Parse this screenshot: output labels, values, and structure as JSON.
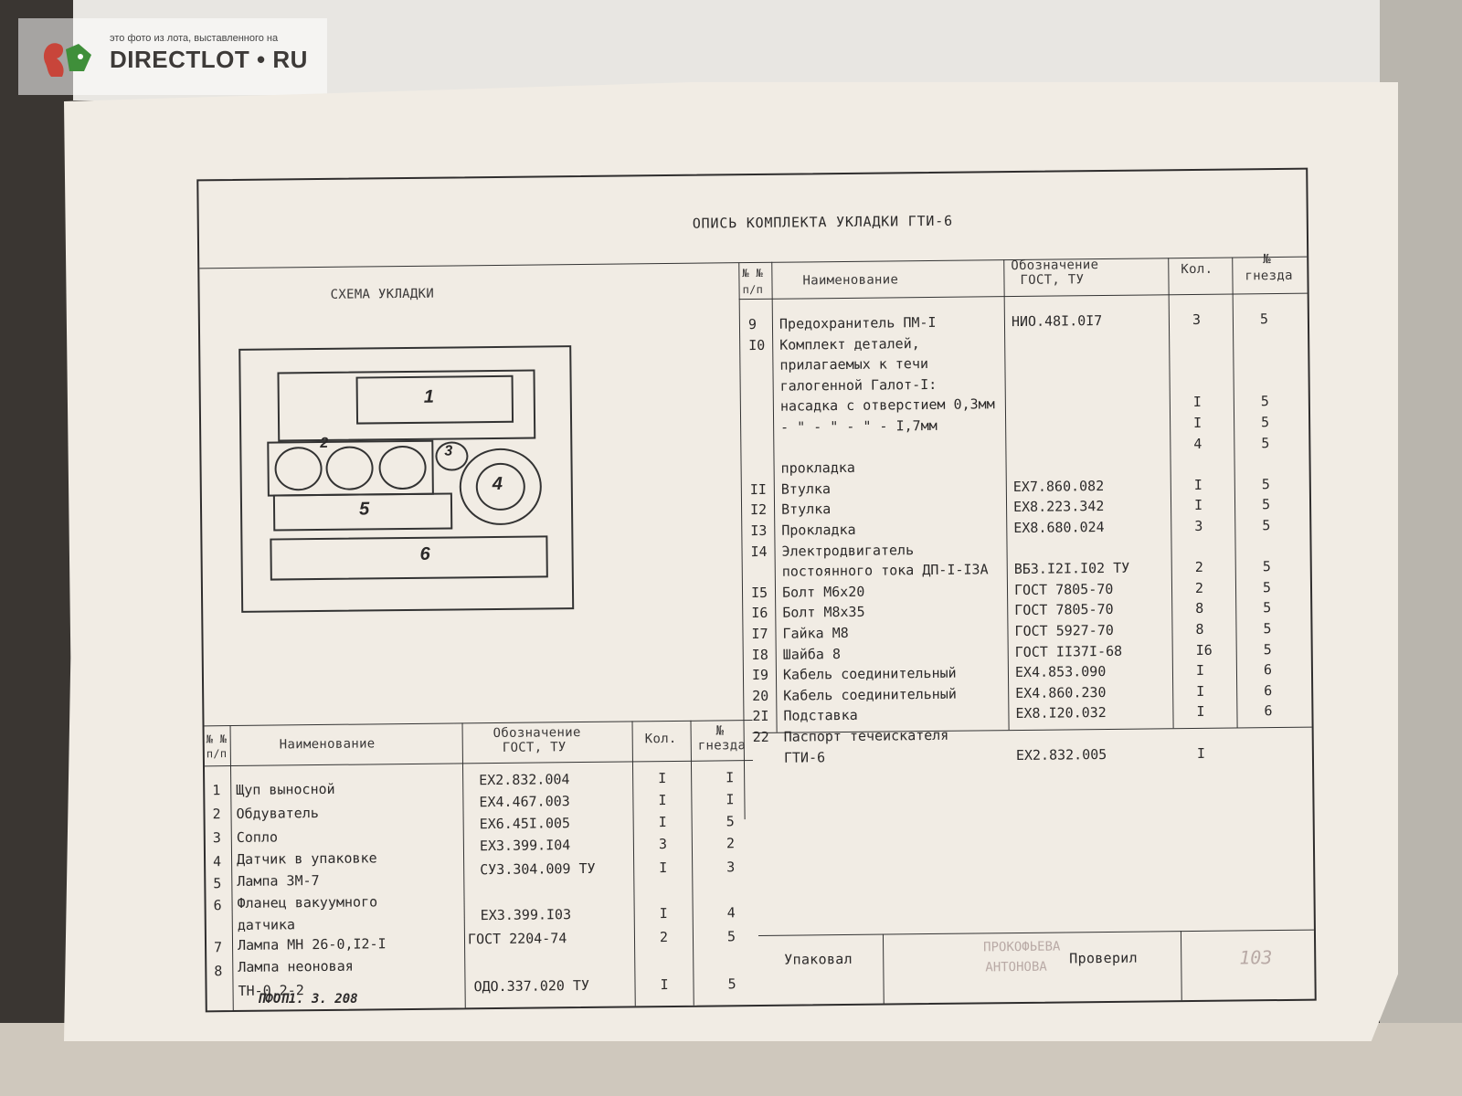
{
  "watermark": {
    "caption": "это фото из лота, выставленного на",
    "brand": "DIRECTLOT • RU"
  },
  "document": {
    "title": "ОПИСЬ КОМПЛЕКТА УКЛАДКИ ГТИ-6",
    "scheme_title": "СХЕМА УКЛАДКИ",
    "scheme_labels": [
      "1",
      "2",
      "3",
      "4",
      "5",
      "6"
    ],
    "headers": {
      "num": "№ №",
      "num_sub": "п/п",
      "name": "Наименование",
      "designation": "Обозначение",
      "designation_sub": "ГОСТ, ТУ",
      "qty": "Кол.",
      "slot": "№",
      "slot_sub": "гнезда"
    },
    "left_table": [
      {
        "num": "1",
        "name": "Щуп выносной",
        "designation": "ЕХ2.832.004",
        "qty": "I",
        "slot": "I"
      },
      {
        "num": "2",
        "name": "Обдуватель",
        "designation": "ЕХ4.467.003",
        "qty": "I",
        "slot": "I"
      },
      {
        "num": "3",
        "name": "Сопло",
        "designation": "ЕХ6.45I.005",
        "qty": "I",
        "slot": "5"
      },
      {
        "num": "4",
        "name": "Датчик в упаковке",
        "designation": "ЕХ3.399.I04",
        "qty": "3",
        "slot": "2"
      },
      {
        "num": "5",
        "name": "Лампа ЗМ-7",
        "designation": "СУЗ.304.009 ТУ",
        "qty": "I",
        "slot": "3"
      },
      {
        "num": "6",
        "name": "Фланец вакуумного",
        "designation": "",
        "qty": "",
        "slot": ""
      },
      {
        "num": "",
        "name": "датчика",
        "designation": "ЕХ3.399.I03",
        "qty": "I",
        "slot": "4"
      },
      {
        "num": "7",
        "name": "Лампа МН 26-0,I2-I",
        "designation": "ГОСТ 2204-74",
        "qty": "2",
        "slot": "5"
      },
      {
        "num": "8",
        "name": "Лампа неоновая",
        "designation": "",
        "qty": "",
        "slot": ""
      },
      {
        "num": "",
        "name": "ТН-0,2-2",
        "designation": "ОДО.337.020 ТУ",
        "qty": "I",
        "slot": "5"
      }
    ],
    "right_table": [
      {
        "num": "9",
        "name": "Предохранитель ПМ-I",
        "designation": "НИО.48I.0I7",
        "qty": "3",
        "slot": "5"
      },
      {
        "num": "I0",
        "name": "Комплект деталей,",
        "designation": "",
        "qty": "",
        "slot": ""
      },
      {
        "num": "",
        "name": "прилагаемых к течи",
        "designation": "",
        "qty": "",
        "slot": ""
      },
      {
        "num": "",
        "name": "галогенной Галот-I:",
        "designation": "",
        "qty": "",
        "slot": ""
      },
      {
        "num": "",
        "name": "насадка с отверстием 0,3мм",
        "designation": "",
        "qty": "I",
        "slot": "5"
      },
      {
        "num": "",
        "name": "- \" - \" - \" -      I,7мм",
        "designation": "",
        "qty": "I",
        "slot": "5"
      },
      {
        "num": "",
        "name": "",
        "designation": "",
        "qty": "4",
        "slot": "5"
      },
      {
        "num": "",
        "name": "прокладка",
        "designation": "",
        "qty": "",
        "slot": ""
      },
      {
        "num": "II",
        "name": "Втулка",
        "designation": "ЕХ7.860.082",
        "qty": "I",
        "slot": "5"
      },
      {
        "num": "I2",
        "name": "Втулка",
        "designation": "ЕХ8.223.342",
        "qty": "I",
        "slot": "5"
      },
      {
        "num": "I3",
        "name": "Прокладка",
        "designation": "ЕХ8.680.024",
        "qty": "3",
        "slot": "5"
      },
      {
        "num": "I4",
        "name": "Электродвигатель",
        "designation": "",
        "qty": "",
        "slot": ""
      },
      {
        "num": "",
        "name": "постоянного тока ДП-I-I3А",
        "designation": "ВБ3.I2I.I02 ТУ",
        "qty": "2",
        "slot": "5"
      },
      {
        "num": "I5",
        "name": "Болт М6х20",
        "designation": "ГОСТ 7805-70",
        "qty": "2",
        "slot": "5"
      },
      {
        "num": "I6",
        "name": "Болт М8х35",
        "designation": "ГОСТ 7805-70",
        "qty": "8",
        "slot": "5"
      },
      {
        "num": "I7",
        "name": "Гайка М8",
        "designation": "ГОСТ 5927-70",
        "qty": "8",
        "slot": "5"
      },
      {
        "num": "I8",
        "name": "Шайба 8",
        "designation": "ГОСТ II37I-68",
        "qty": "I6",
        "slot": "5"
      },
      {
        "num": "I9",
        "name": "Кабель соединительный",
        "designation": "ЕХ4.853.090",
        "qty": "I",
        "slot": "6"
      },
      {
        "num": "20",
        "name": "Кабель соединительный",
        "designation": "ЕХ4.860.230",
        "qty": "I",
        "slot": "6"
      },
      {
        "num": "2I",
        "name": "Подставка",
        "designation": "ЕХ8.I20.032",
        "qty": "I",
        "slot": "6"
      },
      {
        "num": "22",
        "name": "Паспорт течеискателя",
        "designation": "",
        "qty": "",
        "slot": ""
      },
      {
        "num": "",
        "name": "ГТИ-6",
        "designation": "ЕХ2.832.005",
        "qty": "I",
        "slot": ""
      }
    ],
    "signatures": {
      "packed_label": "Упаковал",
      "packed_by": "ПРОКОФЬЕВА",
      "packed_by_2": "АНТОНОВА",
      "checked_label": "Проверил",
      "checked_mark": "103"
    },
    "footer_code": "ПФОП1. 3. 208"
  }
}
